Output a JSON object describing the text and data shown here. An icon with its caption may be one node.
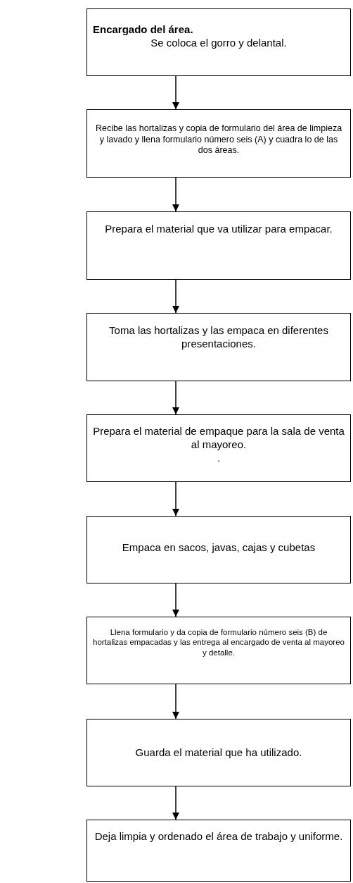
{
  "diagram": {
    "nodes": [
      {
        "text": [
          "Encargado del área.",
          "Se coloca el gorro y delantal."
        ]
      },
      {
        "text": [
          "Recibe las hortalizas y copia de formulario del área de limpieza y lavado y llena formulario número  seis (A) y cuadra lo de las dos áreas."
        ]
      },
      {
        "text": [
          "Prepara el  material que va utilizar para empacar."
        ]
      },
      {
        "text": [
          "Toma las hortalizas y las empaca en diferentes presentaciones."
        ]
      },
      {
        "text": [
          "Prepara el material de empaque para la sala de venta al mayoreo.",
          "."
        ]
      },
      {
        "text": [
          "Empaca en sacos, javas, cajas y cubetas"
        ]
      },
      {
        "text": [
          "Llena formulario y da copia de formulario número seis (B) de hortalizas empacadas y las entrega al encargado de venta al mayoreo y detalle."
        ]
      },
      {
        "text": [
          "Guarda el material que ha utilizado."
        ]
      },
      {
        "text": [
          "Deja limpia y ordenado  el área de trabajo y uniforme."
        ]
      }
    ],
    "edges": [
      {
        "from": 0,
        "to": 1,
        "arrow": "to"
      },
      {
        "from": 1,
        "to": 2,
        "arrow": "to"
      },
      {
        "from": 2,
        "to": 3,
        "arrow": "to"
      },
      {
        "from": 3,
        "to": 4,
        "arrow": "to"
      },
      {
        "from": 4,
        "to": 5,
        "arrow": "to"
      },
      {
        "from": 5,
        "to": 6,
        "arrow": "to"
      },
      {
        "from": 6,
        "to": 7,
        "arrow": "to"
      },
      {
        "from": 7,
        "to": 8,
        "arrow": "to"
      }
    ]
  }
}
